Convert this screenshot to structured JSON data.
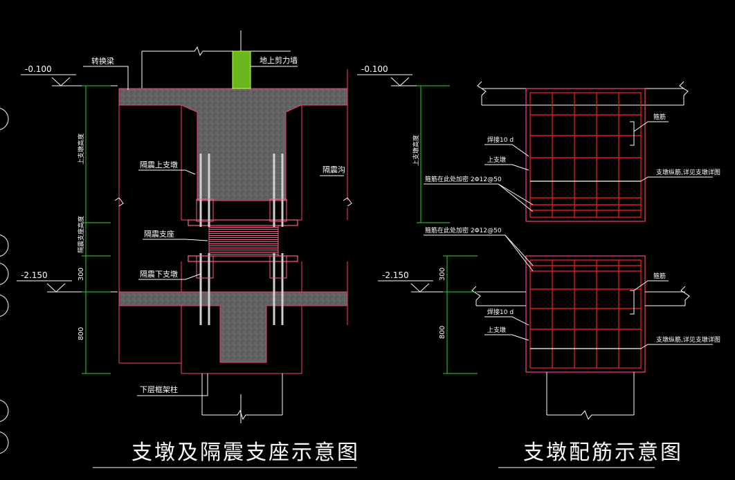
{
  "colors": {
    "background": "#000000",
    "outline": "#ff3b7a",
    "rebar": "#ff2020",
    "dimension": "#22dd22",
    "concrete": "#666666",
    "wall": "#6bb81c",
    "bolt": "#d0d0d0",
    "text": "#ffffff"
  },
  "left": {
    "title": "支墩及隔震支座示意图",
    "labels": {
      "transfer_beam": "转换梁",
      "shear_wall": "地上剪力墙",
      "upper_pier": "隔震上支墩",
      "isolation_trench": "隔震沟",
      "bearing": "隔震支座",
      "lower_pier": "隔震下支墩",
      "lower_column": "下层框架柱"
    },
    "levels": {
      "top": "-0.100",
      "bottom": "-2.150"
    },
    "dims": {
      "upper": "上支墩高度",
      "bearing": "隔震支座高度",
      "d300": "300",
      "d800": "800"
    }
  },
  "right": {
    "title": "支墩配筋示意图",
    "levels": {
      "top": "-0.100",
      "bottom": "-2.150"
    },
    "dims": {
      "upper": "上支墩高度",
      "d300": "300",
      "d800": "800"
    },
    "labels": {
      "stirrup_top": "箍筋",
      "weld_top": "焊接10 d",
      "pier_top": "上支墩",
      "mesh_top": "箍筋在此处加密 2Φ12@50",
      "long_bar_top": "支墩纵筋,详见支墩详图",
      "mesh_bottom": "箍筋在此处加密 2Φ12@50",
      "stirrup_bottom": "箍筋",
      "weld_bottom": "焊接10 d",
      "pier_bottom": "上支墩",
      "long_bar_bottom": "支墩纵筋,详见支墩详图"
    }
  }
}
